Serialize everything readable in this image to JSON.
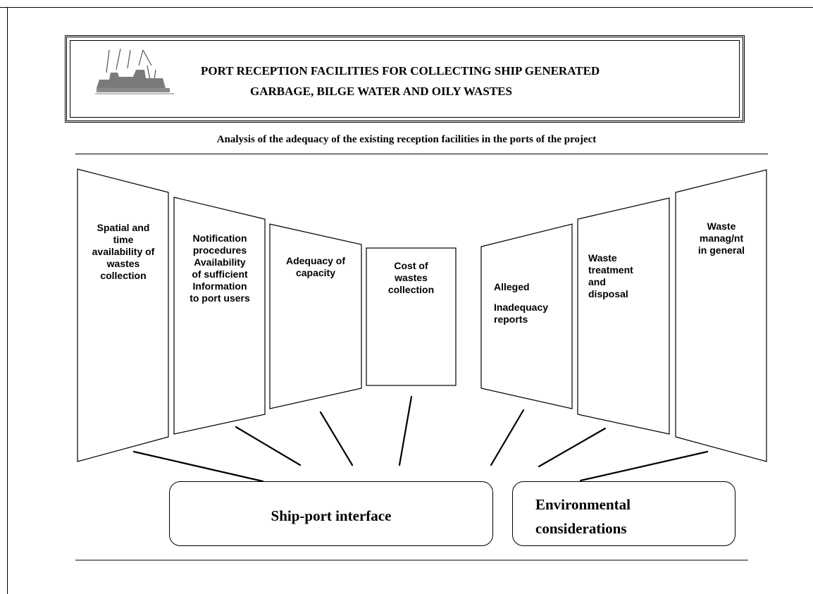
{
  "header": {
    "title_line1": "PORT RECEPTION FACILITIES FOR COLLECTING SHIP GENERATED",
    "title_line2": "GARBAGE, BILGE WATER AND OILY WASTES"
  },
  "subtitle": "Analysis of the adequacy of the existing reception facilities in the ports of the project",
  "panels": [
    {
      "label": "Spatial and\ntime\navailability of\nwastes\ncollection"
    },
    {
      "label": "Notification\nprocedures\nAvailability\nof sufficient\nInformation\nto port users"
    },
    {
      "label": "Adequacy of\ncapacity"
    },
    {
      "label": "Cost of\nwastes\ncollection"
    },
    {
      "label_line1": "Alleged",
      "label_line2": "Inadequacy\nreports"
    },
    {
      "label": "Waste\ntreatment\nand\ndisposal"
    },
    {
      "label": "Waste\nmanag/nt\nin general"
    }
  ],
  "hubs": {
    "ship_port": "Ship-port interface",
    "environmental_line1": "Environmental",
    "environmental_line2": "considerations"
  },
  "logo": {
    "icon": "ship-crane-logo"
  }
}
